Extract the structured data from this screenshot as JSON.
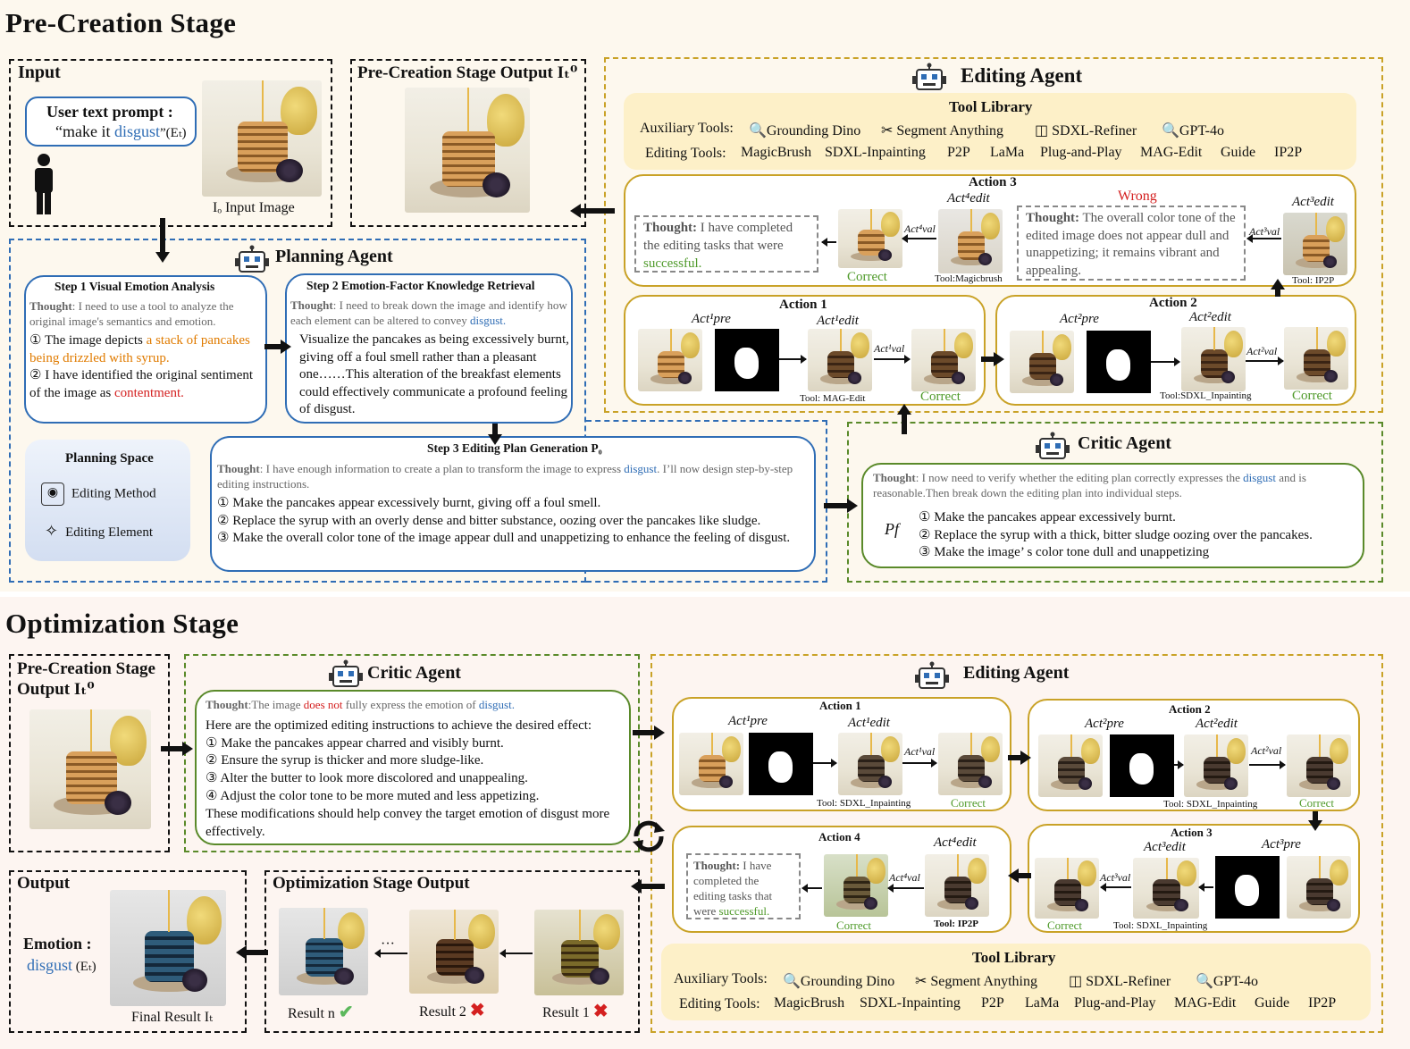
{
  "pre_stage": {
    "title": "Pre-Creation Stage",
    "input": {
      "title": "Input",
      "prompt_label": "User text prompt :",
      "prompt_text_a": "“make it ",
      "prompt_emotion": "disgust",
      "prompt_text_b": "”(Eₜ)",
      "image_caption": "Iₒ Input Image"
    },
    "output_box": {
      "title": "Pre-Creation Stage Output Iₜ⁰"
    },
    "planning_agent": {
      "title": "Planning Agent",
      "step1": {
        "title": "Step 1 Visual Emotion Analysis",
        "thought_label": "Thought",
        "thought": ": I need to use a tool to analyze the original image's semantics and emotion.",
        "item1_a": "The image depicts ",
        "item1_b": "a stack of pancakes being drizzled with syrup.",
        "item2_a": "I have identified the original sentiment of the image as ",
        "item2_b": "contentment."
      },
      "step2": {
        "title": "Step 2 Emotion-Factor Knowledge Retrieval",
        "thought_label": "Thought",
        "thought": ":  I need to break down the image and identify how each element can be altered to convey ",
        "thought_emotion": "disgust.",
        "body": "Visualize the pancakes as being excessively burnt, giving off a foul smell rather than a pleasant one……This alteration of the breakfast elements could effectively communicate a profound feeling of disgust."
      },
      "step3": {
        "title": "Step 3 Editing Plan Generation  P₀",
        "thought_label": "Thought",
        "thought_a": ": I have enough information to create a plan to transform the image to express ",
        "thought_emotion": "disgust",
        "thought_b": ". I’ll now design step-by-step editing instructions.",
        "items": [
          "Make the pancakes appear excessively burnt, giving off a foul smell.",
          "Replace the syrup with an overly dense and bitter substance, oozing over the pancakes like sludge.",
          "Make the overall color tone of the image appear dull and unappetizing to enhance the feeling of disgust."
        ]
      },
      "space": {
        "title": "Planning Space",
        "item1": "Editing Method",
        "item2": "Editing Element"
      }
    },
    "editing_agent": {
      "title": "Editing Agent",
      "tool_library": {
        "title": "Tool Library",
        "aux_label": "Auxiliary Tools:",
        "aux": [
          "Grounding Dino",
          "Segment Anything",
          "SDXL-Refiner",
          "GPT-4o"
        ],
        "edit_label": "Editing Tools:",
        "edit": [
          "MagicBrush",
          "SDXL-Inpainting",
          "P2P",
          "LaMa",
          "Plug-and-Play",
          "MAG-Edit",
          "Guide",
          "IP2P"
        ]
      },
      "action3": {
        "title": "Action 3",
        "wrong": "Wrong",
        "thought_ok_label": "Thought:",
        "thought_ok_a": " I have completed the editing tasks that were ",
        "thought_ok_b": "successful.",
        "thought_wrong_label": "Thought:",
        "thought_wrong": " The overall color tone of the edited image does not appear dull and unappetizing; it remains vibrant and appealing.",
        "correct": "Correct",
        "tool_left": "Tool:Magicbrush",
        "tool_right": "Tool: IP2P",
        "act_edit4": "Act⁴edit",
        "act_val4": "Act⁴val",
        "act_edit3": "Act³edit",
        "act_val3": "Act³val"
      },
      "action1": {
        "title": "Action 1",
        "pre": "Act¹pre",
        "edit": "Act¹edit",
        "val": "Act¹val",
        "tool": "Tool: MAG-Edit",
        "correct": "Correct"
      },
      "action2": {
        "title": "Action 2",
        "pre": "Act²pre",
        "edit": "Act²edit",
        "val": "Act²val",
        "tool": "Tool:SDXL_Inpainting",
        "correct": "Correct"
      }
    },
    "critic_agent": {
      "title": "Critic Agent",
      "thought_label": "Thought",
      "thought_a": ": I now need to verify whether the editing plan correctly expresses the ",
      "thought_emotion": "disgust",
      "thought_b": " and is reasonable.Then break down the editing plan into individual steps.",
      "pf": "Pf",
      "items": [
        "Make the pancakes appear excessively burnt.",
        "Replace the syrup with a thick, bitter sludge oozing over the pancakes.",
        "Make the image’ s color tone dull and unappetizing"
      ]
    }
  },
  "opt_stage": {
    "title": "Optimization Stage",
    "pre_output": {
      "title_a": "Pre-Creation Stage",
      "title_b": "Output Iₜ⁰"
    },
    "critic_agent": {
      "title": "Critic Agent",
      "thought_label": "Thought",
      "thought_a": ":The image ",
      "thought_not": "does not",
      "thought_b": " fully express the emotion of ",
      "thought_emotion": "disgust.",
      "intro": "Here are the optimized editing instructions to achieve the desired effect:",
      "items": [
        "Make the pancakes appear charred and visibly burnt.",
        "Ensure the syrup is thicker and more sludge-like.",
        "Alter the butter to look more discolored and unappealing.",
        "Adjust the color tone to be more muted and less appetizing."
      ],
      "outro": "These modifications should help convey the target emotion of disgust more effectively."
    },
    "editing_agent": {
      "title": "Editing Agent",
      "action1": {
        "title": "Action 1",
        "pre": "Act¹pre",
        "edit": "Act¹edit",
        "val": "Act¹val",
        "tool": "Tool: SDXL_Inpainting",
        "correct": "Correct"
      },
      "action2": {
        "title": "Action 2",
        "pre": "Act²pre",
        "edit": "Act²edit",
        "val": "Act²val",
        "tool": "Tool: SDXL_Inpainting",
        "correct": "Correct"
      },
      "action3": {
        "title": "Action 3",
        "pre": "Act³pre",
        "edit": "Act³edit",
        "val": "Act³val",
        "tool": "Tool: SDXL_Inpainting",
        "correct": "Correct"
      },
      "action4": {
        "title": "Action 4",
        "edit": "Act⁴edit",
        "val": "Act⁴val",
        "tool": "Tool: IP2P",
        "correct": "Correct",
        "thought_label": "Thought:",
        "thought_a": " I have completed the editing tasks that were ",
        "thought_b": "successful."
      },
      "tool_library": {
        "title": "Tool Library",
        "aux_label": "Auxiliary Tools:",
        "aux": [
          "Grounding Dino",
          "Segment Anything",
          "SDXL-Refiner",
          "GPT-4o"
        ],
        "edit_label": "Editing Tools:",
        "edit": [
          "MagicBrush",
          "SDXL-Inpainting",
          "P2P",
          "LaMa",
          "Plug-and-Play",
          "MAG-Edit",
          "Guide",
          "IP2P"
        ]
      }
    },
    "opt_output": {
      "title": "Optimization Stage Output",
      "result_n": "Result n",
      "result_2": "Result 2",
      "result_1": "Result 1",
      "ellipsis": "···"
    },
    "final_output": {
      "title": "Output",
      "emotion_label": "Emotion :",
      "emotion": "disgust",
      "emotion_sym": " (Eₜ)",
      "caption": "Final Result Iₜ"
    }
  },
  "colors": {
    "pre_bg": "#fdf8ee",
    "opt_bg": "#fdf5f1",
    "blue": "#2f6db5",
    "green": "#5a8a2a",
    "gold": "#c9a227",
    "red": "#d42020",
    "orange": "#e07b00"
  }
}
